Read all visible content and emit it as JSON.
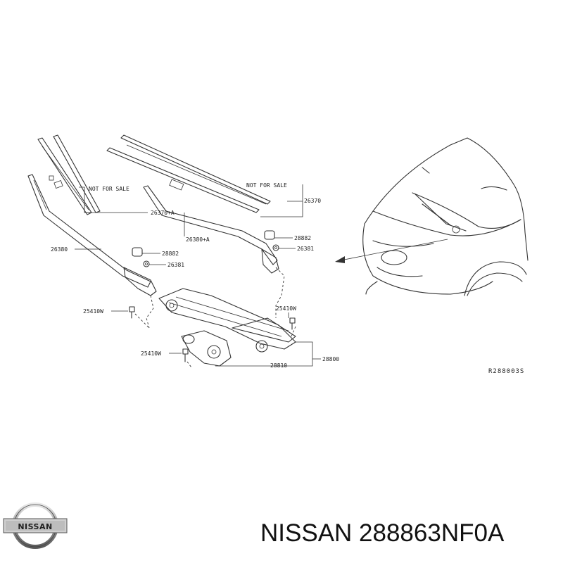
{
  "diagram": {
    "labels": {
      "not_for_sale_1": "NOT FOR SALE",
      "not_for_sale_2": "NOT FOR SALE",
      "p26370": "26370",
      "p26370a": "26370+A",
      "p26380a": "26380+A",
      "p26380": "26380",
      "p28882_r": "28882",
      "p26381_r": "26381",
      "p28882_l": "28882",
      "p26381_l": "26381",
      "p25410w_1": "25410W",
      "p25410w_2": "25410W",
      "p25410w_3": "25410W",
      "p28800": "28800",
      "p28810": "28810"
    },
    "reference_code": "R288003S"
  },
  "logo": {
    "brand": "NISSAN"
  },
  "caption": {
    "text": "NISSAN 288863NF0A"
  }
}
